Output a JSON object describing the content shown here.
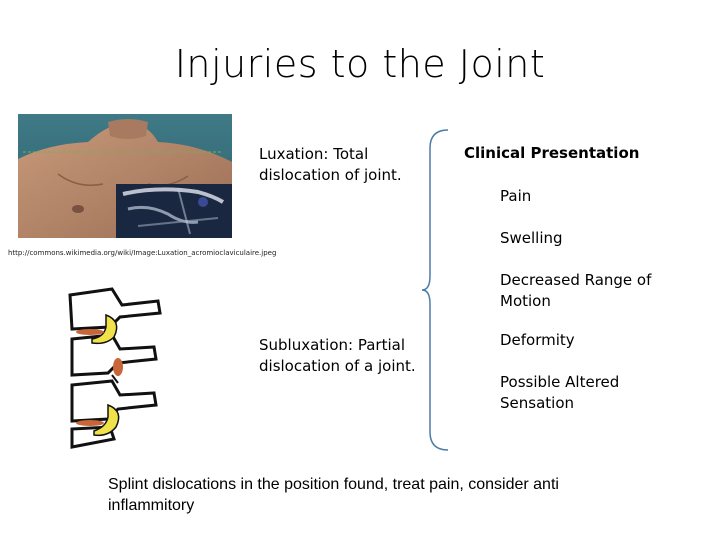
{
  "slide": {
    "title": "Injuries to the Joint",
    "image_credit": "http://commons.wikimedia.org/wiki/Image:Luxation_acromioclaviculaire.jpeg",
    "luxation_text": "Luxation: Total dislocation of joint.",
    "subluxation_text": "Subluxation: Partial dislocation of a joint.",
    "clinical": {
      "heading": "Clinical Presentation",
      "items": [
        "Pain",
        "Swelling",
        "Decreased Range of Motion",
        "Deformity",
        "Possible Altered Sensation"
      ]
    },
    "footer": "Splint dislocations in the position found, treat pain, consider anti inflammitory"
  },
  "colors": {
    "brace": "#4a7ca8",
    "skin": "#b98a6c",
    "xray_bg": "#1a2740",
    "spine_yellow": "#f2e24a"
  },
  "icons": {
    "photo": "shoulder-photo-image",
    "spine": "spine-illustration-image"
  }
}
